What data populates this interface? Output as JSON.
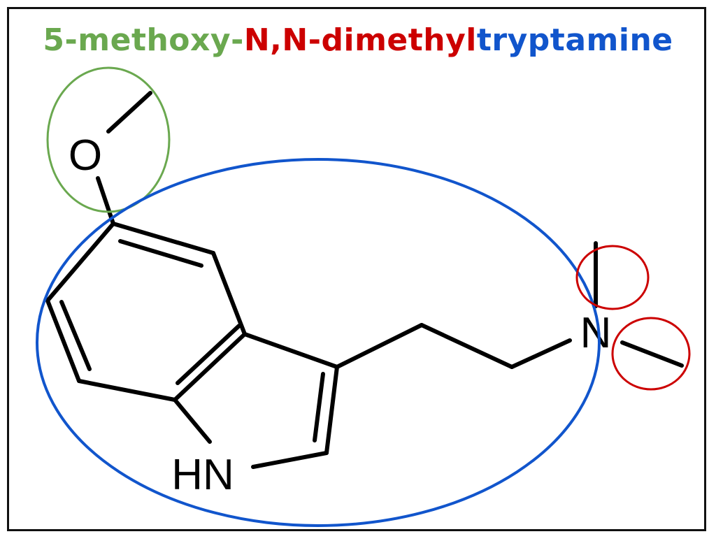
{
  "title": {
    "part1": "5-methoxy-",
    "part2": "N,N-dimethyl",
    "part3": "tryptamine"
  },
  "atoms": {
    "oxygen": "O",
    "nitrogen": "N",
    "indole_nh": "HN"
  },
  "colors": {
    "methoxy": "#6aa84f",
    "dimethyl": "#cc0000",
    "tryptamine": "#1155cc",
    "bond": "#000000"
  }
}
